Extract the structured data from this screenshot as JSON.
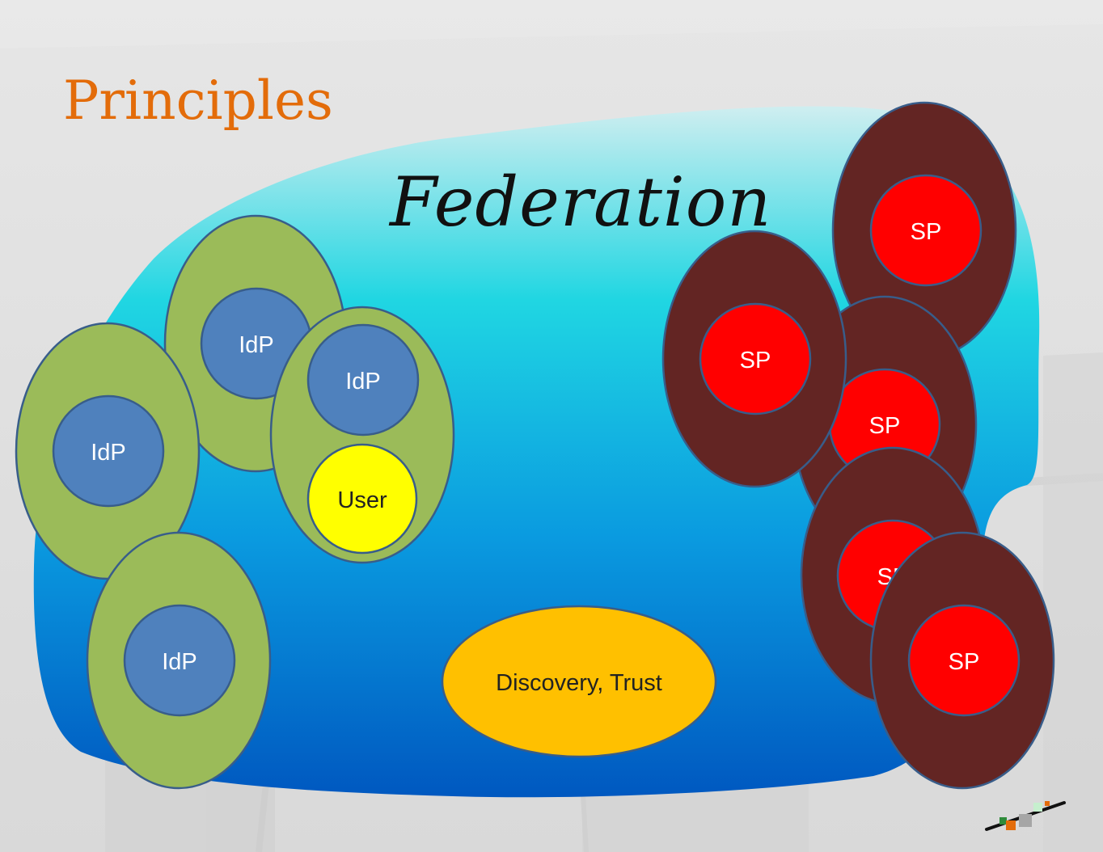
{
  "slide": {
    "title": "Principles",
    "federation_label": "Federation"
  },
  "colors": {
    "background": "#e2e2e2",
    "title": "#e36c0a",
    "federation_fill_top": "#cdeeef",
    "federation_fill_mid": "#1fd3e0",
    "federation_fill_bottom": "#0060c0",
    "idp_outer": "#9bbb59",
    "idp_inner": "#4f81bd",
    "sp_outer": "#632523",
    "sp_inner": "#ff0000",
    "user": "#ffff00",
    "discovery": "#ffc000",
    "outline": "#385d8a"
  },
  "nodes": {
    "idp_1": {
      "label": "IdP"
    },
    "idp_2": {
      "label": "IdP"
    },
    "idp_3": {
      "label": "IdP"
    },
    "idp_4": {
      "label": "IdP"
    },
    "user": {
      "label": "User"
    },
    "sp_1": {
      "label": "SP"
    },
    "sp_2": {
      "label": "SP"
    },
    "sp_3": {
      "label": "SP"
    },
    "sp_4": {
      "label": "SP"
    },
    "sp_5": {
      "label": "SP"
    },
    "discovery": {
      "label": "Discovery, Trust"
    }
  },
  "logo": {
    "icon": "federation-logo-icon"
  }
}
